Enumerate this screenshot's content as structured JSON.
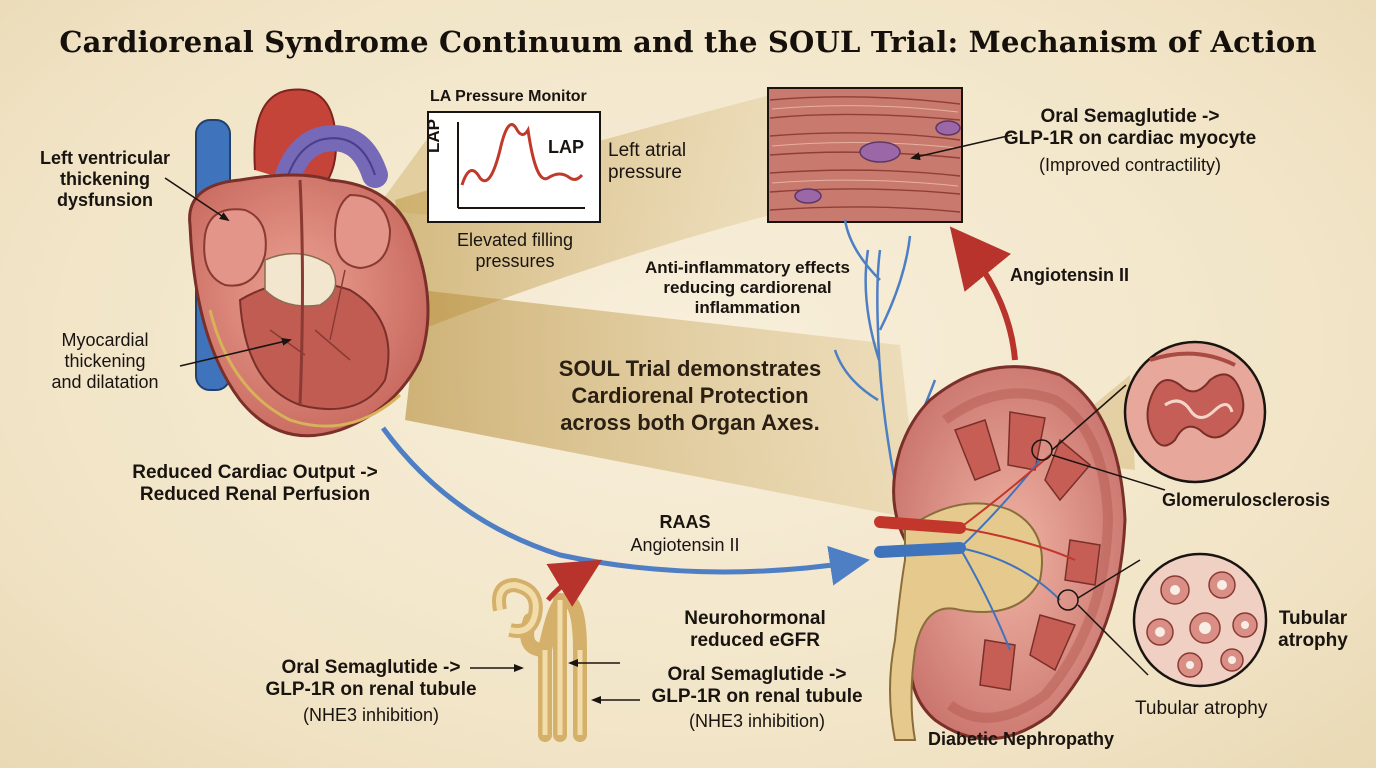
{
  "title": "Cardiorenal Syndrome Continuum and the SOUL Trial: Mechanism of Action",
  "heart": {
    "label_lv": [
      "Left ventricular",
      "thickening",
      "dysfunsion"
    ],
    "label_myocardial": [
      "Myocardial",
      "thickening",
      "and dilatation"
    ]
  },
  "monitor": {
    "title": "LA Pressure Monitor",
    "y_axis": "LAP",
    "curve_label": "LAP",
    "side_label": [
      "Left atrial",
      "pressure"
    ],
    "caption": [
      "Elevated filling",
      "pressures"
    ]
  },
  "myocyte": {
    "label": [
      "Oral Semaglutide ->",
      "GLP-1R on cardiac myocyte"
    ],
    "note": "(Improved contractility)"
  },
  "anti_inflammatory": [
    "Anti-inflammatory effects",
    "reducing cardiorenal",
    "inflammation"
  ],
  "angiotensin_top": "Angiotensin II",
  "soul": [
    "SOUL Trial demonstrates",
    "Cardiorenal Protection",
    "across both Organ Axes."
  ],
  "cardiac_output": [
    "Reduced Cardiac Output ->",
    "Reduced Renal Perfusion"
  ],
  "raas": {
    "title": "RAAS",
    "sub": "Angiotensin II"
  },
  "tubule_left": {
    "label": [
      "Oral Semaglutide ->",
      "GLP-1R on renal tubule"
    ],
    "note": "(NHE3 inhibition)"
  },
  "tubule_right": {
    "neuro": [
      "Neurohormonal",
      "reduced eGFR"
    ],
    "label": [
      "Oral Semaglutide ->",
      "GLP-1R on renal tubule"
    ],
    "note": "(NHE3 inhibition)"
  },
  "kidney": {
    "glomerulo": "Glomerulosclerosis",
    "tubular_bold": [
      "Tubular",
      "atrophy"
    ],
    "tubular_plain": "Tubular atrophy",
    "caption": "Diabetic Nephropathy"
  },
  "colors": {
    "background": "#f4ead2",
    "tissue": "#d9837a",
    "artery_red": "#c3362b",
    "vein_blue": "#4d7fc4",
    "arrow_red": "#b8332b",
    "arrow_blue": "#4e7ec4",
    "beam_gold": "#c9a457",
    "tubule_gold": "#e6c98c",
    "curve_red": "#c0392b"
  }
}
